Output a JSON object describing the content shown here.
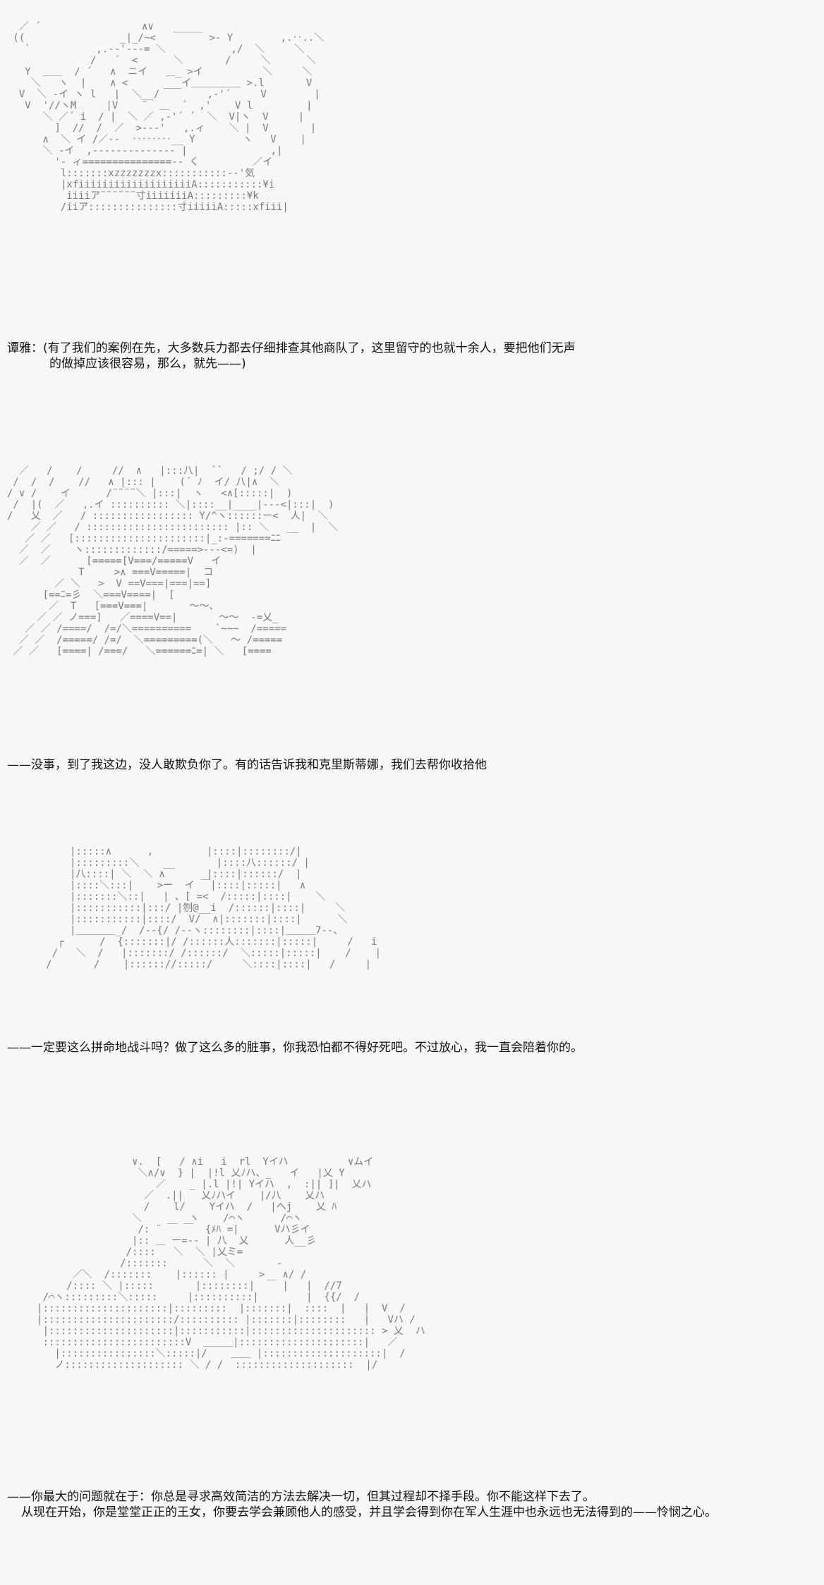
{
  "panels": [
    {
      "art": "  ／ ´                 ∧∨\n ((                _|_/~<   ￣￣￣ >- Y        ,.‥..＼\n   `           ,.-‐'‐‐-= ＼           ,/  ＼     ＼\n              /   ´  <      ＼       /     ＼      ＼\n   Y  ＿＿  / ´   ∧  ニイ   ＿_ >イ          ＼     ＼\n    ＼   ヽ  |    ∧ <      ___イ＿＿＿＿＿ >.l       V\n  V  ＼ -イ ヽ l   |  ＼__/        ,-'´     V        |\n   V  '//ヽM     |V    ¨  ＿  ´  ,'    V l         |\n      ＼ ／´ i  / |  ＼ ／ ,-'´ ´  ＼  V|ヽ  V     |\n        ]  //  /  ／  >-‐‐'   ,.ィ    ＼ |  V       |\n      ∧  ＼ イ /／--  ‥‥‥‥__ Y        ヽ   V    |\n      ＼ -イ  ,-‐-‐-‐-‐-‐-‐-‐ |              ,|\n        '- ィ===============‐‐ く         ／イ\n         l:::::::xzzzzzzzx:::::::::::‐‐'気\n         |xfiiiiiiiiiiiiiiiiiiiA:::::::::::¥i\n          iiiiア¨¨¨¨¨¨寸iiiiiiiA:::::::::¥k\n         /iiア:::::::::::::::寸iiiiiA:::::xfiii|",
      "lines": [
        "谭雅：(有了我们的案例在先，大多数兵力都去仔细排查其他商队了，这里留守的也就十余人，要把他们无声",
        "的做掉应该很容易，那么，就先——)"
      ]
    },
    {
      "art": "  ／   /    /     //  ∧   |:::八|  ``   / ;/ / ＼\n /  /  /    //   ∧ |::: |    (´ ﾉ  イ/ 八|∧  ＼\n/ ∨ /    イ      /¨¨¨¨＼ |:::|  ヽ   <∧[:::::|  )\n /  |(  ／   ,.イ :::::::::: ＼|::::__|____|‐‐‐<|:::|  )\n/   乂  ／   / ::::::::::::::::: Y/^ヽ::::::ー<  人|  ＼\n    ／ ／   / :::::::::::::::::::::::: |:: ＼   __  |  ＼\n   ／ ／   [::::::::::::::::::::::|_:-=======ﾆﾆ\n  ／  ／    ヽ:::::::::::::/=====>‐‐‐<=)  |\n  ／  ／      [=====[V===/=====V   イ\n            T     >∧ ===V=====|  コ\n        ／ ＼   >  V ==V===|===|==]\n      [==ﾆ=彡  ＼===V====|  [\n       ／  T   [===V===|       ～～、\n     ／ ／ ノ===]   ／====V==|       ～～  ‐=乂_\n   ／ ／ /====/  /=/＼==========    `~~~  /=====\n  ／ ／  /=====/ /=/  ＼=========(＼   ～ /=====\n ／ ／   [====| /===/   ＼======ﾆ=| ＼   [====",
      "lines": [
        "——没事，到了我这边，没人敢欺负你了。有的话告诉我和克里斯蒂娜，我们去帮你收拾他"
      ]
    },
    {
      "art": "       |:::::∧      ,         |::::|::::::::/|\n       |:::::::::＼    __       |::::八::::::/ |\n       |八::::| ＼  ＼ ∧       |::::|::::::/  |\n       |::::＼:::|    >ー  イ ￣|::::|:::::|   ∧\n       |:::::::＼::|   | 、[ =<  /:::::|::::|    ＼\n       |:::::::::::|:::/ |刎@__i  /::::::|::::|     ＼\n       |:::::::::::|::::/  V/  ∧|:::::::|::::|      ＼\n       |＿＿＿＿_/  /‐‐{/ /-‐ヽ::::::::|::::|＿＿＿7‐‐、\n     ┌      /  {:::::::|/ /::::::人:::::::|:::::|     /   i\n    /   ＼  /   |:::::::/ /::::::/  ＼:::::|:::::|    /    |\n   /       /    |:::::://:::::/     ＼::::|::::|   /     |",
      "lines": [
        "——一定要这么拼命地战斗吗？做了这么多的脏事，你我恐怕都不得好死吧。不过放心，我一直会陪着你的。"
      ]
    },
    {
      "art": "                     ∨.  [   / ∧i   i  rl  Yイハ          ∨ムイ\n                      ＼∧/∨  } |  |!l 乂ﾉハ、_   イ   |乂 Y\n                         ／    _ |.l |!| Yイハ  ,  :|| ]|  乂ハ\n                       ／  .||   乂ﾉハイ    |/八    乂ハ\n                       /    l/    Yイハ  /   |ヘj    乂 ﾊ\n                     ＼        ヽ    /⌒ヽ      /⌒ヽ\n                      /: ¨ ￣ ￣  {ﾒﾊ =|      Vハ彡イ\n                     |:: ＿ ー=‐‐ | 八  乂      人__彡\n                    /::::   ＼  ＼ |乂ミ=\n                   /:::::::      ＼  ＼       ‐\n           ／＼  /:::::::    |:::::: |     >   ∧/ /\n          /:::: ＼ |:::::       |::::::::|  ￣ |   |  //7\n      /⌒ヽ:::::::::＼:::::     |::::::::::|        |  {{/  /\n     |:::::::::::::::::::::|:::::::::  |:::::::|  ::::  |   |  V  /\n     |::::::::::::::::::::::/:::::::::: |:::::::|::::::::   |   Vハ /\n      |:::::::::::::::::::::|:::::::::::|::::::::::::::::::::: > 乂  ハ\n      ::::::::::::::::::::::::V  ＿＿＿|:::::::::::::::::::::|   ／\n        |::::::::::::::::＼:::::|/    ＿＿ |::::::::::::::::::::|  /\n        ノ:::::::::::::::::::: ＼ / /  ::::::::::::::::::::  |/",
      "lines": [
        "——你最大的问题就在于：你总是寻求高效简洁的方法去解决一切，但其过程却不择手段。你不能这样下去了。",
        "从现在开始，你是堂堂正正的王女，你要去学会兼顾他人的感受，并且学会得到你在军人生涯中也永远也无法得到的——怜悯之心。"
      ]
    }
  ]
}
